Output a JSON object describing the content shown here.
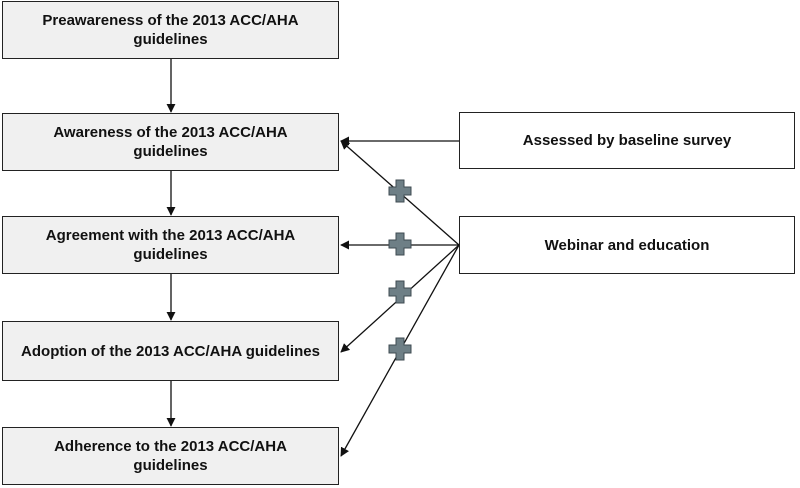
{
  "stages": [
    {
      "id": "preawareness",
      "label": "Preawareness of the 2013 ACC/AHA guidelines"
    },
    {
      "id": "awareness",
      "label": "Awareness of the 2013 ACC/AHA guidelines"
    },
    {
      "id": "agreement",
      "label": "Agreement with the 2013 ACC/AHA guidelines"
    },
    {
      "id": "adoption",
      "label": "Adoption of the 2013 ACC/AHA guidelines"
    },
    {
      "id": "adherence",
      "label": "Adherence to the 2013 ACC/AHA guidelines"
    }
  ],
  "side_boxes": [
    {
      "id": "baseline-survey",
      "label": "Assessed by baseline survey"
    },
    {
      "id": "webinar",
      "label": "Webinar and education"
    }
  ],
  "edges": [
    {
      "from": "preawareness",
      "to": "awareness"
    },
    {
      "from": "awareness",
      "to": "agreement"
    },
    {
      "from": "agreement",
      "to": "adoption"
    },
    {
      "from": "adoption",
      "to": "adherence"
    },
    {
      "from": "baseline-survey",
      "to": "awareness"
    },
    {
      "from": "webinar",
      "to": "awareness"
    },
    {
      "from": "webinar",
      "to": "agreement"
    },
    {
      "from": "webinar",
      "to": "adoption"
    },
    {
      "from": "webinar",
      "to": "adherence"
    }
  ],
  "colors": {
    "stage_fill": "#f0f0f0",
    "side_fill": "#ffffff",
    "border": "#222222",
    "plus_fill": "#6e7f86",
    "plus_stroke": "#3f4b52"
  },
  "plus_marker_icon": "plus-icon"
}
